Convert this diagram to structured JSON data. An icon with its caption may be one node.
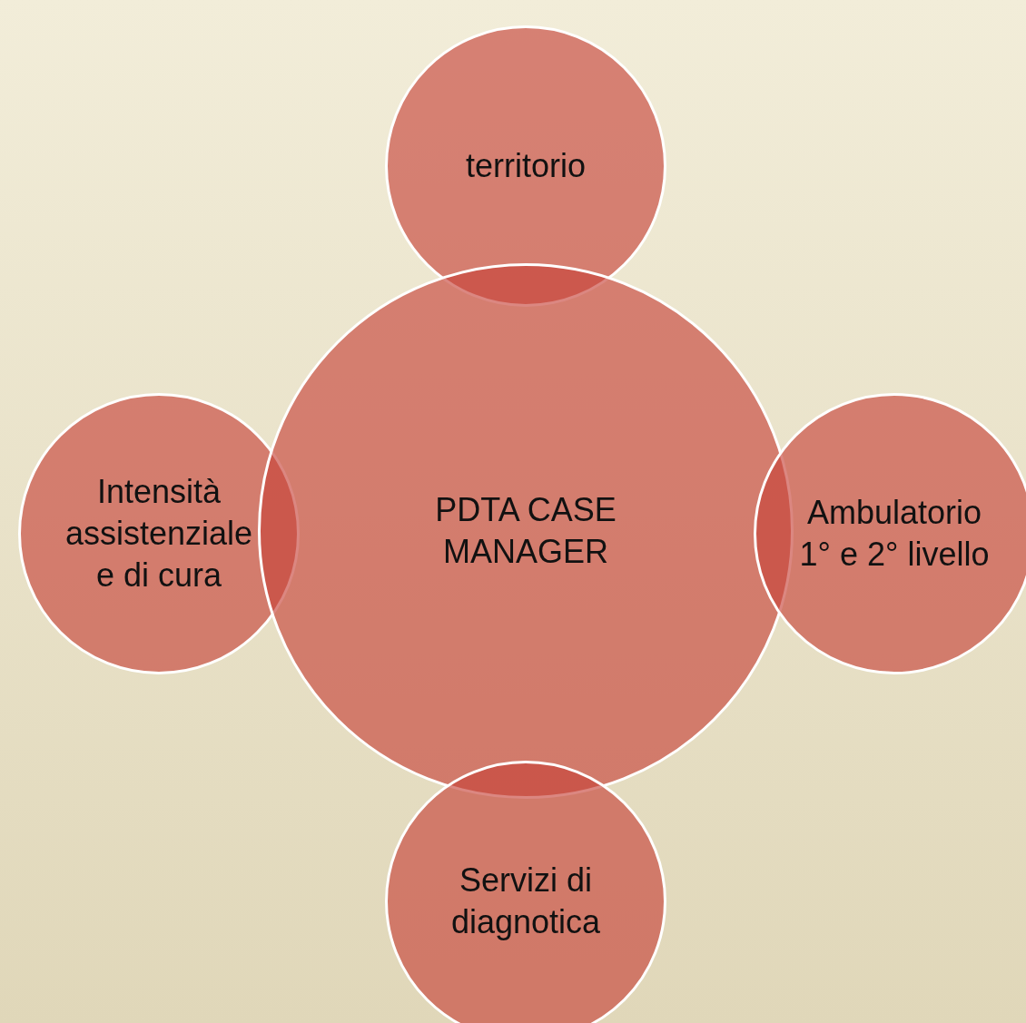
{
  "diagram": {
    "nodes": [
      {
        "text": [
          "territorio"
        ]
      },
      {
        "text": [
          "Intensità assistenziale e di cura"
        ]
      },
      {
        "text": [
          "PDTA CASE MANAGER"
        ]
      },
      {
        "text": [
          "Ambulatorio 1° e 2° livello"
        ]
      },
      {
        "text": [
          "Servizi di diagnotica"
        ]
      }
    ]
  }
}
